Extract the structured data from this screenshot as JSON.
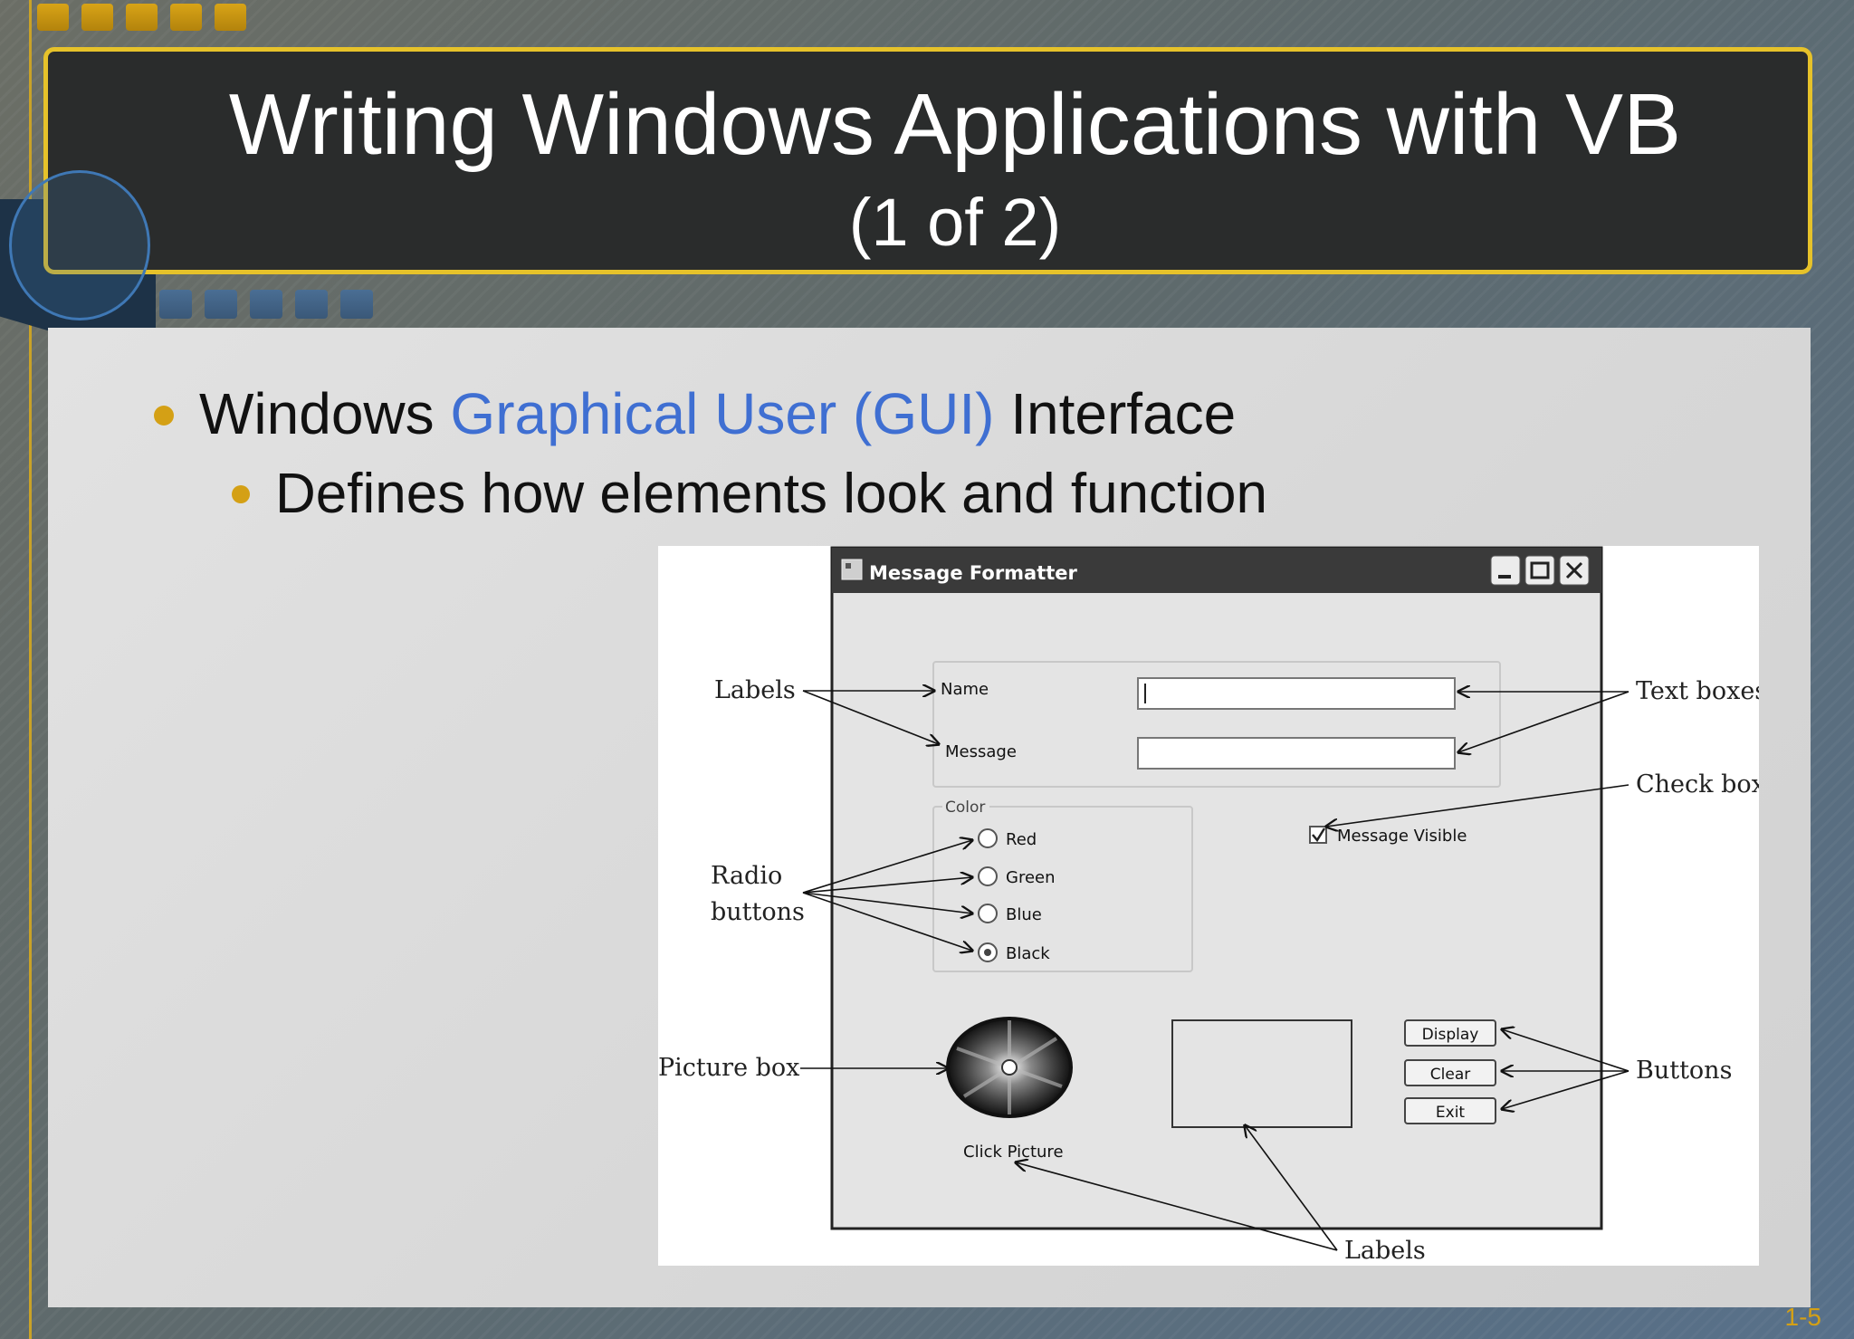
{
  "slide": {
    "title": "Writing Windows Applications with VB",
    "subtitle": "(1 of 2)",
    "bullet1_before": "Windows ",
    "bullet1_accent": "Graphical User (GUI)",
    "bullet1_after": " Interface",
    "bullet2": "Defines how elements look and function",
    "page_number": "1-5",
    "accent_color": "#3f6fd2",
    "bullet_color": "#d4a015",
    "frame_color": "#e6c22a"
  },
  "figure": {
    "window": {
      "title": "Message Formatter",
      "name_label": "Name",
      "message_label": "Message",
      "color_group": "Color",
      "radios": [
        "Red",
        "Green",
        "Blue",
        "Black"
      ],
      "selected_radio": "Black",
      "checkbox_label": "Message Visible",
      "checkbox_checked": true,
      "picture_caption": "Click Picture",
      "buttons": [
        "Display",
        "Clear",
        "Exit"
      ]
    },
    "callouts": {
      "labels_top": "Labels",
      "text_boxes": "Text boxes",
      "check_box": "Check box",
      "radio_buttons_1": "Radio",
      "radio_buttons_2": "buttons",
      "picture_box": "Picture box",
      "buttons": "Buttons",
      "labels_bottom": "Labels"
    }
  }
}
